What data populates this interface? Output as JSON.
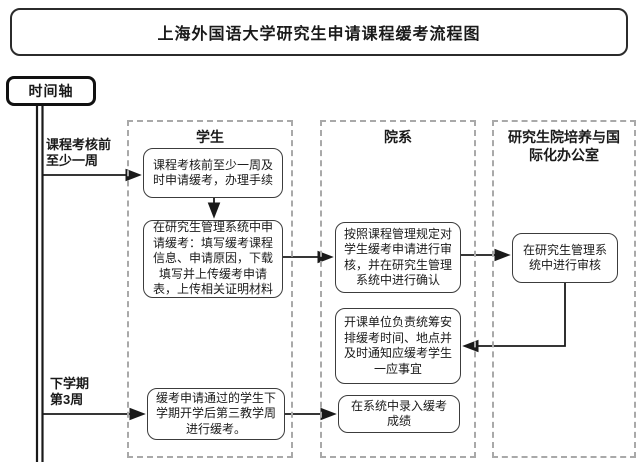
{
  "title": "上海外国语大学研究生申请课程缓考流程图",
  "timeline": {
    "label": "时间轴",
    "milestone1": "课程考核前至少一周",
    "milestone2": "下学期第3周"
  },
  "columns": [
    {
      "header": "学生"
    },
    {
      "header": "院系"
    },
    {
      "header": "研究生院培养与国际化办公室"
    }
  ],
  "steps": {
    "student_apply": "课程考核前至少一周及时申请缓考，办理手续",
    "student_system": "在研究生管理系统中申请缓考：填写缓考课程信息、申请原因，下载填写并上传缓考申请表，上传相关证明材料",
    "student_exam": "缓考申请通过的学生下学期开学后第三教学周进行缓考。",
    "dept_review": "按照课程管理规定对学生缓考申请进行审核，并在研究生管理系统中进行确认",
    "dept_arrange": "开课单位负责统筹安排缓考时间、地点并及时通知应缓考学生一应事宜",
    "dept_score": "在系统中录入缓考成绩",
    "office_review": "在研究生管理系统中进行审核"
  },
  "colors": {
    "line": "#1a1a1a",
    "box_border": "#3c3c3c",
    "lane_border": "#a9a9a9",
    "background": "#ffffff"
  }
}
